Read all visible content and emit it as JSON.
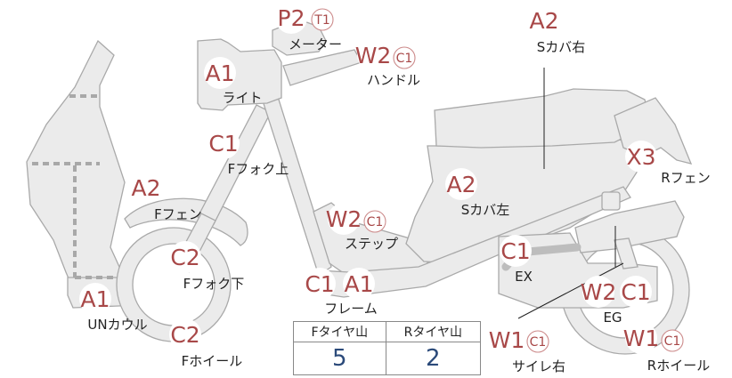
{
  "parts": [
    {
      "id": "meter",
      "code": "P2",
      "sub": "T1",
      "label": "メーター"
    },
    {
      "id": "s-cover-right",
      "code": "A2",
      "sub": "",
      "label": "Sカバ右"
    },
    {
      "id": "light",
      "code": "A1",
      "sub": "",
      "label": "ライト"
    },
    {
      "id": "handle",
      "code": "W2",
      "sub": "C1",
      "label": "ハンドル"
    },
    {
      "id": "f-fork-upper",
      "code": "C1",
      "sub": "",
      "label": "Fフォク上"
    },
    {
      "id": "r-fender",
      "code": "X3",
      "sub": "",
      "label": "Rフェン"
    },
    {
      "id": "f-fender",
      "code": "A2",
      "sub": "",
      "label": "Fフェン"
    },
    {
      "id": "s-cover-left",
      "code": "A2",
      "sub": "",
      "label": "Sカバ左"
    },
    {
      "id": "step",
      "code": "W2",
      "sub": "C1",
      "label": "ステップ"
    },
    {
      "id": "exhaust",
      "code": "C1",
      "sub": "",
      "label": "EX"
    },
    {
      "id": "f-fork-lower",
      "code": "C2",
      "sub": "",
      "label": "Fフォク下"
    },
    {
      "id": "frame",
      "code": "C1",
      "code2": "A1",
      "label": "フレーム"
    },
    {
      "id": "engine",
      "code": "W2",
      "code2": "C1",
      "label": "EG"
    },
    {
      "id": "un-cowl",
      "code": "A1",
      "sub": "",
      "label": "UNカウル"
    },
    {
      "id": "f-wheel",
      "code": "C2",
      "sub": "",
      "label": "Fホイール"
    },
    {
      "id": "muffler-right",
      "code": "W1",
      "sub": "C1",
      "label": "サイレ右"
    },
    {
      "id": "r-wheel",
      "code": "W1",
      "sub": "C1",
      "label": "Rホイール"
    }
  ],
  "tire_table": {
    "headers": [
      "Fタイヤ山",
      "Rタイヤ山"
    ],
    "values": [
      "5",
      "2"
    ]
  }
}
